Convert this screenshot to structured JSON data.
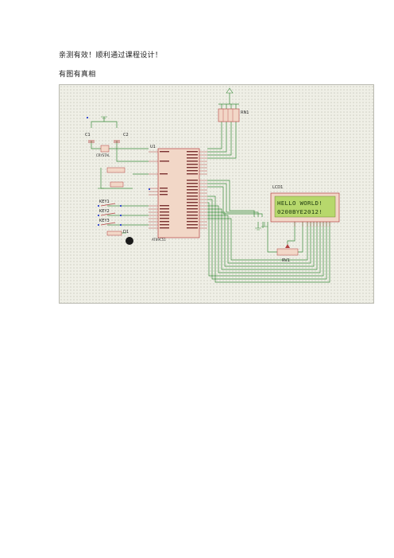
{
  "document": {
    "line1": "亲测有效！顺利通过课程设计！",
    "line2": "有图有真相"
  },
  "schematic": {
    "labels": {
      "u1": "U1",
      "mcu_model": "AT89C51",
      "c1": "C1",
      "c2": "C2",
      "crystal": "CRYSTAL",
      "key1": "KEY1",
      "key2": "KEY2",
      "key3": "KEY3",
      "d1": "D1",
      "lcd": "LCD1",
      "rv": "RV1",
      "rn": "RN1"
    },
    "lcd_text": {
      "row1": "HELLO WORLD!",
      "row2": "0200BYE2012!"
    },
    "colors": {
      "grid_bg": "#efefe6",
      "wire": "#3a8a3a",
      "part_fill": "#f2d7c7",
      "part_stroke": "#b24040",
      "lcd_bg": "#b7d86c"
    }
  }
}
